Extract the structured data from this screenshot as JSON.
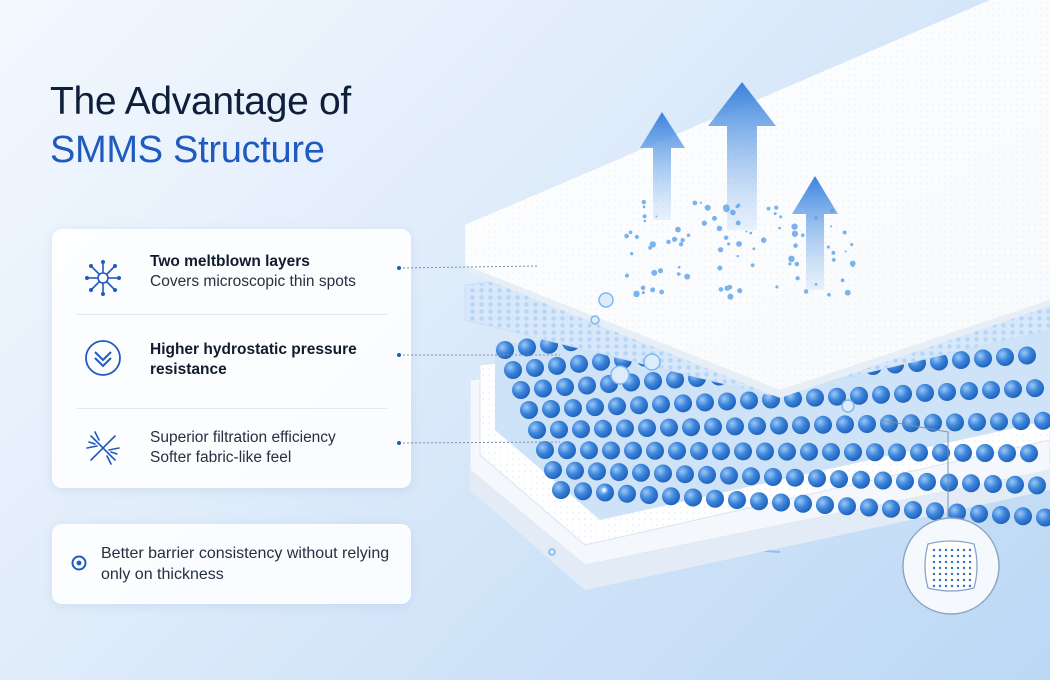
{
  "title": {
    "line1": "The Advantage of",
    "line2": "SMMS Structure"
  },
  "features": [
    {
      "icon": "molecule-icon",
      "title": "Two meltblown layers",
      "desc": "Covers microscopic thin spots"
    },
    {
      "icon": "chevron-down-circle-icon",
      "title": "Higher hydrostatic pressure resistance",
      "desc": ""
    },
    {
      "icon": "filter-fibers-icon",
      "title": "",
      "desc": "Superior filtration efficiency\nSofter fabric-like feel"
    }
  ],
  "note": {
    "icon": "location-pin-icon",
    "text": "Better barrier consistency without relying only on thickness"
  },
  "colors": {
    "accent": "#1f5bbf",
    "title": "#0f1f3a",
    "bead": "#3d86dc",
    "arrow": "#4a8fe0"
  }
}
